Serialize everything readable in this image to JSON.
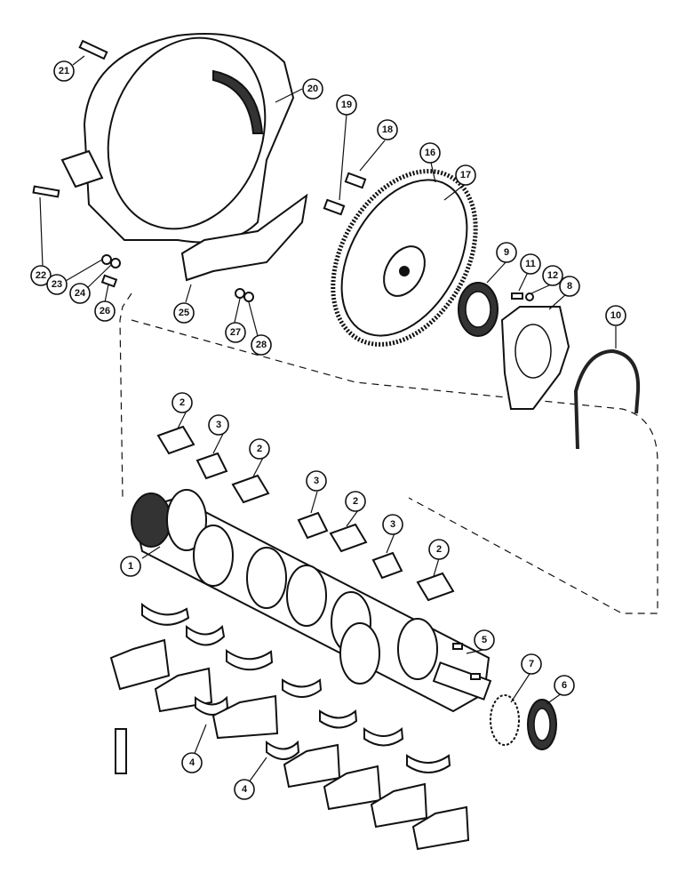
{
  "callouts": {
    "c1": "1",
    "c2a": "2",
    "c2b": "2",
    "c2c": "2",
    "c2d": "2",
    "c3a": "3",
    "c3b": "3",
    "c3c": "3",
    "c4a": "4",
    "c4b": "4",
    "c5": "5",
    "c6": "6",
    "c7": "7",
    "c8": "8",
    "c9": "9",
    "c10": "10",
    "c11": "11",
    "c12": "12",
    "c16": "16",
    "c17": "17",
    "c18": "18",
    "c19": "19",
    "c20": "20",
    "c21": "21",
    "c22": "22",
    "c23": "23",
    "c24": "24",
    "c25": "25",
    "c26": "26",
    "c27": "27",
    "c28": "28"
  }
}
